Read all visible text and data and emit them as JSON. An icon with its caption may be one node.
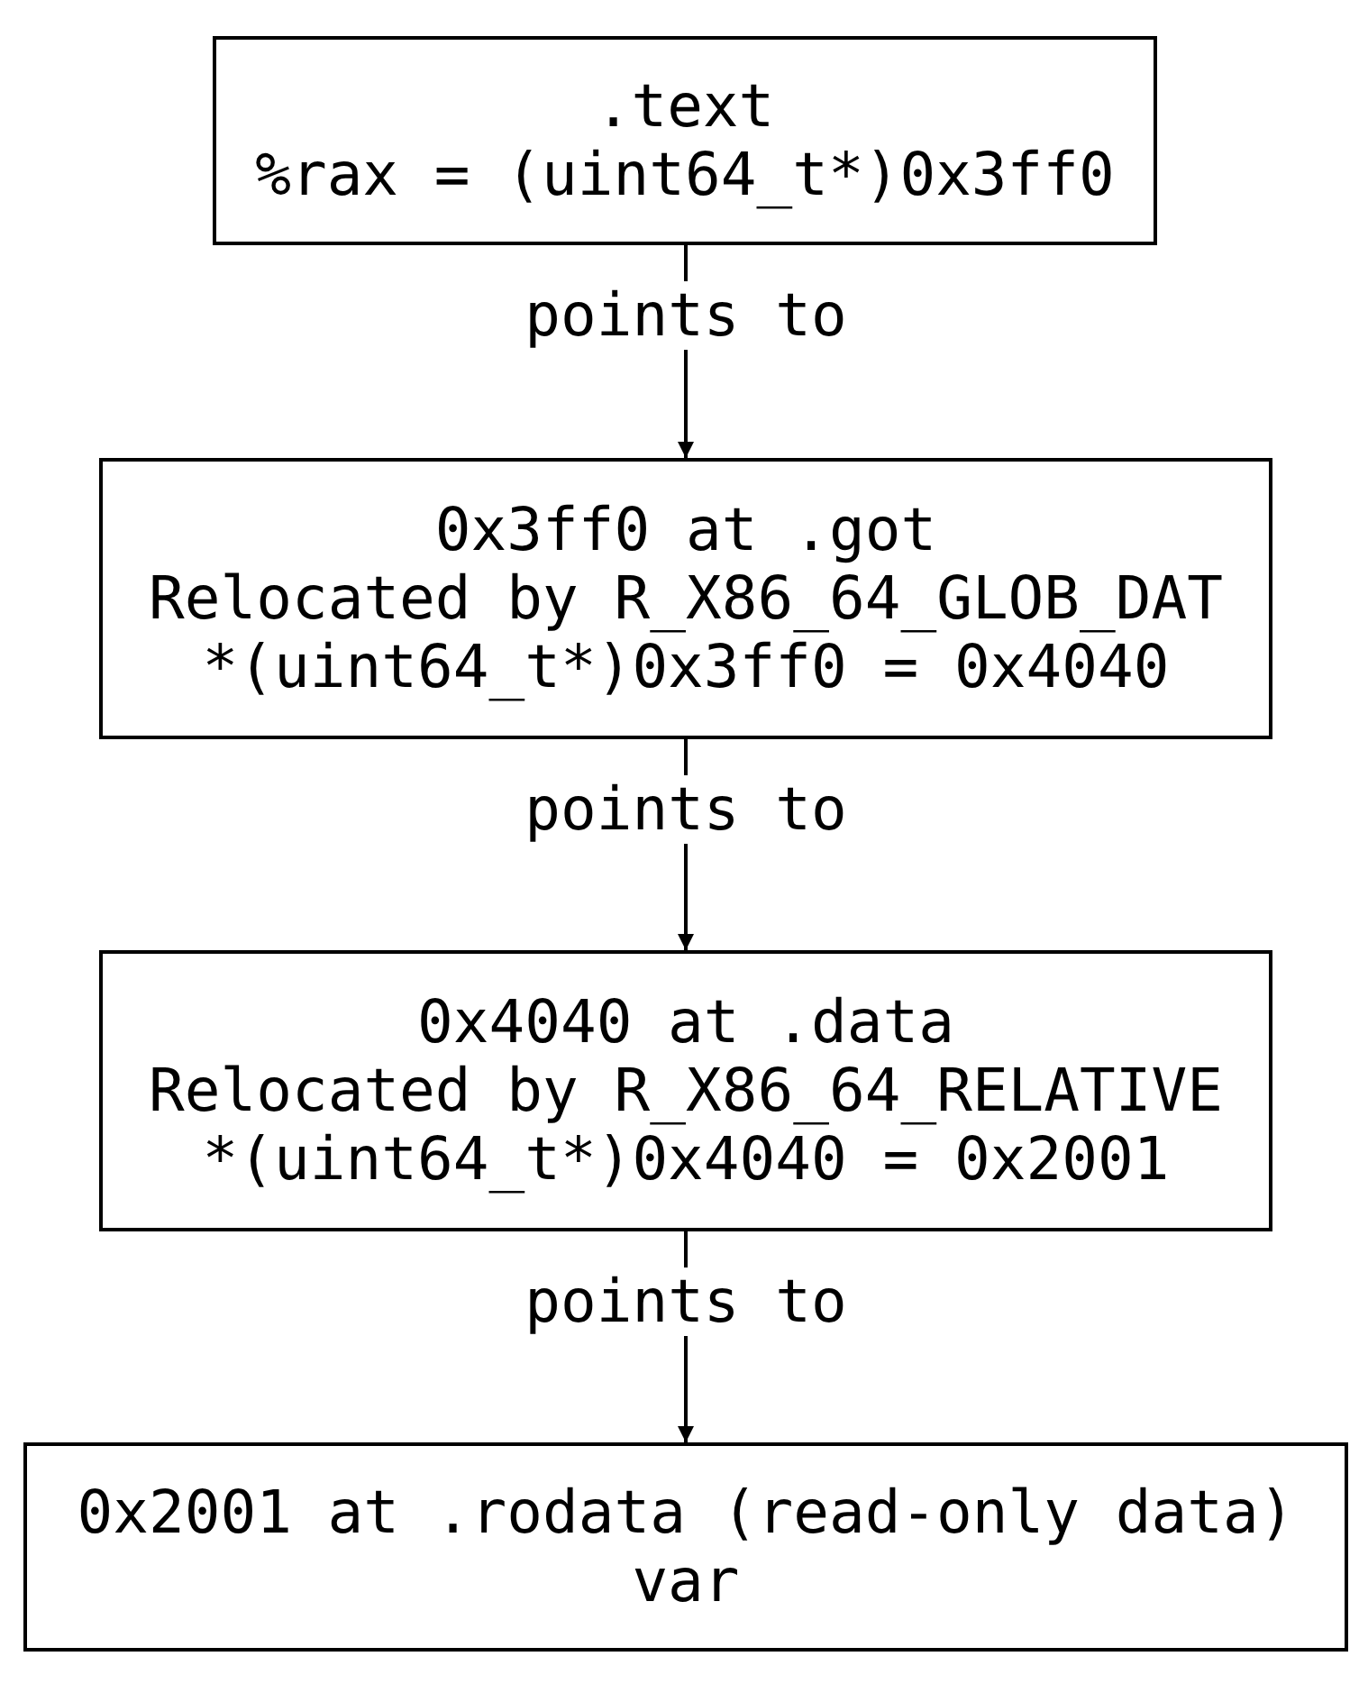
{
  "diagram": {
    "nodes": [
      {
        "text": [
          ".text",
          "%rax = (uint64_t*)0x3ff0"
        ]
      },
      {
        "text": [
          "0x3ff0 at .got",
          "Relocated by R_X86_64_GLOB_DAT",
          "*(uint64_t*)0x3ff0 = 0x4040"
        ]
      },
      {
        "text": [
          "0x4040 at .data",
          "Relocated by R_X86_64_RELATIVE",
          "*(uint64_t*)0x4040 = 0x2001"
        ]
      },
      {
        "text": [
          "0x2001 at .rodata (read-only data)",
          "var"
        ]
      }
    ],
    "edges": [
      {
        "from": 0,
        "to": 1,
        "arrow": "to",
        "label": "points to"
      },
      {
        "from": 1,
        "to": 2,
        "arrow": "to",
        "label": "points to"
      },
      {
        "from": 2,
        "to": 3,
        "arrow": "to",
        "label": "points to"
      }
    ]
  }
}
